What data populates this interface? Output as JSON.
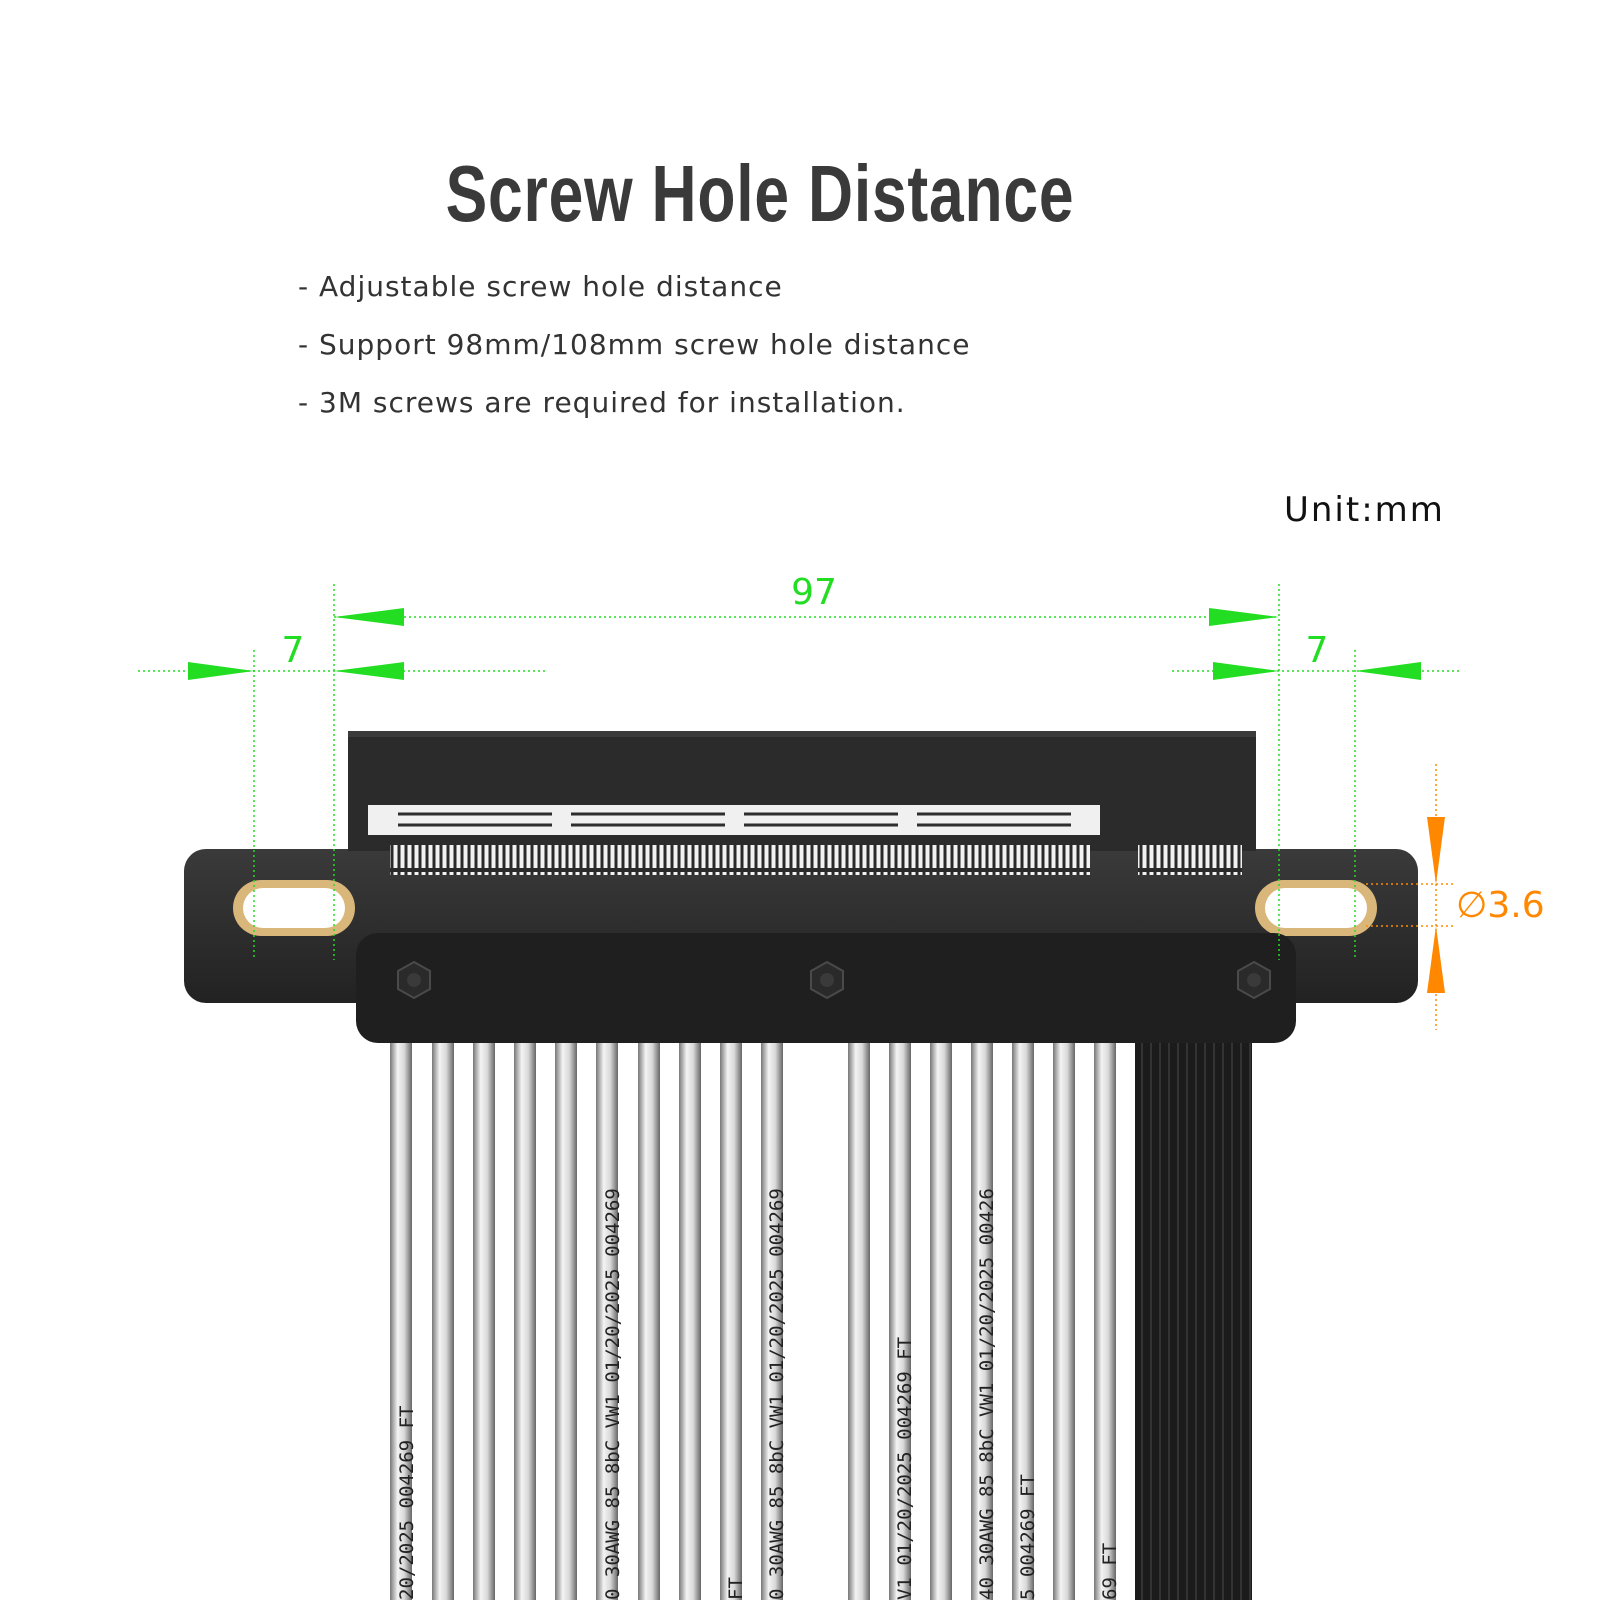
{
  "title": "Screw Hole Distance",
  "bullets": [
    "- Adjustable screw hole distance",
    "- Support 98mm/108mm screw hole distance",
    "- 3M screws are required for installation."
  ],
  "unit_label": "Unit:mm",
  "dimensions": {
    "center_span": "97",
    "left_offset": "7",
    "right_offset": "7",
    "hole_diameter": "∅3.6"
  },
  "cable_print": {
    "a": "20/2025  004269  FT",
    "b": "0  30AWG 85 8bC VW1  01/20/2025  004269",
    "c": "FT",
    "d": "0  30AWG 85 8bC VW1  01/20/2025  004269",
    "e": "V1  01/20/2025  004269  FT",
    "f": "40  30AWG 85 8bC VW1  01/20/2025  00426",
    "g": "5  004269  FT",
    "h": "69  FT"
  },
  "colors": {
    "dimension_green": "#22dd22",
    "dimension_orange": "#ff8800",
    "board": "#2a2a2a",
    "hole_ring": "#d9b77a"
  }
}
